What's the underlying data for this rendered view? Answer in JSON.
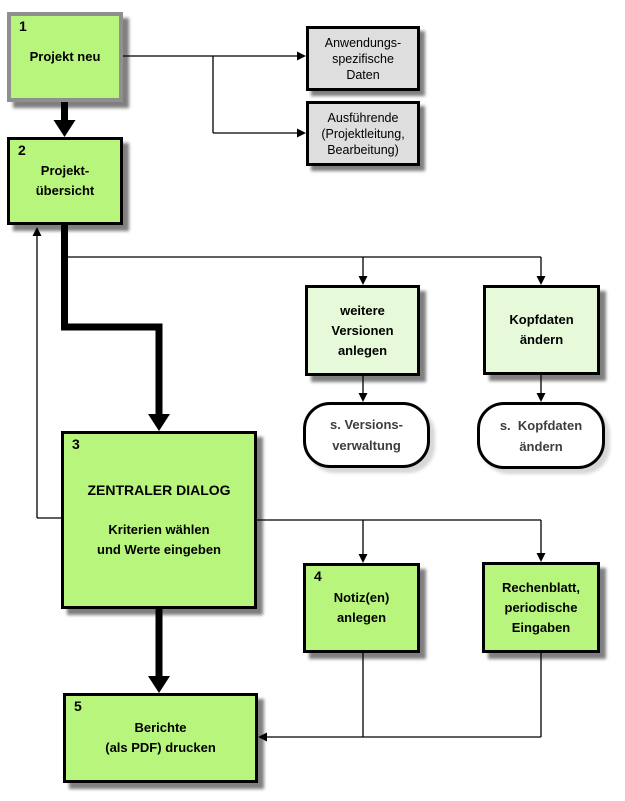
{
  "colors": {
    "box_green": "#b8f57d",
    "box_pale_green": "#e6f9d8",
    "box_gray": "#dedede",
    "box1_border": "#8f8f8f",
    "border": "#000000",
    "stadium_text": "#3d3d3d",
    "canvas_bg": "#ffffff"
  },
  "nodes": {
    "box1": {
      "number": "1",
      "lines": [
        "Projekt neu"
      ]
    },
    "box2": {
      "number": "2",
      "lines": [
        "Projekt-",
        "übersicht"
      ]
    },
    "gray_top": {
      "lines": [
        "Anwendungs-",
        "spezifische",
        "Daten"
      ]
    },
    "gray_bottom": {
      "lines": [
        "Ausführende",
        "(Projektleitung,",
        "Bearbeitung)"
      ]
    },
    "weitere_versionen": {
      "lines": [
        "weitere",
        "Versionen",
        "anlegen"
      ]
    },
    "kopfdaten_aendern": {
      "lines": [
        "Kopfdaten",
        "ändern"
      ]
    },
    "stadium_versionsverwaltung": {
      "lines": [
        "s. Versions-",
        "verwaltung"
      ]
    },
    "stadium_kopfdaten_aendern": {
      "lines": [
        "s.  Kopfdaten",
        "ändern"
      ]
    },
    "box3": {
      "number": "3",
      "title": "ZENTRALER DIALOG",
      "lines": [
        "Kriterien wählen",
        "und Werte eingeben"
      ]
    },
    "box4": {
      "number": "4",
      "lines": [
        "Notiz(en)",
        "anlegen"
      ]
    },
    "rechenblatt": {
      "lines": [
        "Rechenblatt,",
        "periodische",
        "Eingaben"
      ]
    },
    "box5": {
      "number": "5",
      "lines": [
        "Berichte",
        "(als PDF) drucken"
      ]
    }
  }
}
